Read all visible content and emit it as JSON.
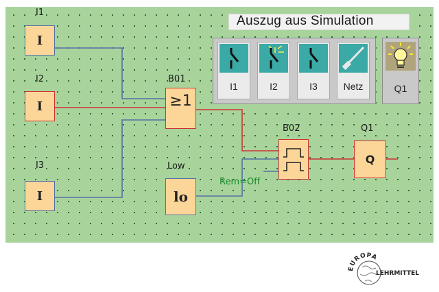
{
  "blocks": [
    {
      "label": "I1",
      "symbol": "I"
    },
    {
      "label": "I2",
      "symbol": "I"
    },
    {
      "label": "I3",
      "symbol": "I"
    },
    {
      "label": "B01",
      "symbol": "≥1"
    },
    {
      "label": "Low",
      "symbol": "lo"
    },
    {
      "label": "B02",
      "symbol": "pulse-relay-icon"
    },
    {
      "label": "Q1",
      "symbol": "Q"
    }
  ],
  "remanence_note": "Rem=Off",
  "simulation": {
    "title": "Auszug aus Simulation",
    "buttons": [
      {
        "label": "I1",
        "icon": "switch-open-icon",
        "color": "#3ba9a6"
      },
      {
        "label": "I2",
        "icon": "switch-sparking-icon",
        "color": "#3ba9a6"
      },
      {
        "label": "I3",
        "icon": "switch-open-icon",
        "color": "#3ba9a6"
      },
      {
        "label": "Netz",
        "icon": "mains-power-switch-icon",
        "color": "#3ba9a6"
      }
    ],
    "output": {
      "label": "Q1",
      "icon": "light-bulb-icon"
    }
  },
  "logo": {
    "top": "EUROPA",
    "right": "LEHRMITTEL"
  },
  "colors": {
    "grid": "#a8d49c",
    "block": "#fcd699",
    "wire_blue": "#5270a4",
    "wire_red": "#cc3333"
  }
}
